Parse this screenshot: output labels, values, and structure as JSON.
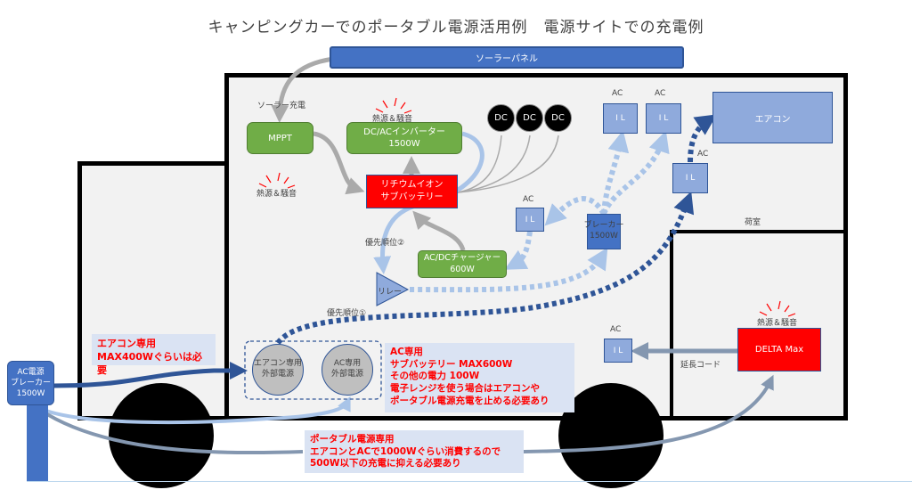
{
  "title": "キャンピングカーでのポータブル電源活用例　電源サイトでの充電例",
  "solar_panel": "ソーラーパネル",
  "solar_charge": "ソーラー充電",
  "heat_noise": "熱源＆騒音",
  "mppt": "MPPT",
  "inverter": {
    "line1": "DC/ACインバーター",
    "line2": "1500W"
  },
  "battery": {
    "line1": "リチウムイオン",
    "line2": "サブバッテリー"
  },
  "dc_outlets": [
    "DC",
    "DC",
    "DC"
  ],
  "ac_label": "AC",
  "outlet_glyph": "I L",
  "aircon": "エアコン",
  "breaker": {
    "line1": "ブレーカー",
    "line2": "1500W"
  },
  "charger": {
    "line1": "AC/DCチャージャー",
    "line2": "600W"
  },
  "relay": "リレー",
  "priority2": "優先順位②",
  "priority1": "優先順位①",
  "cargo_room": "荷室",
  "delta_max": "DELTA Max",
  "extension_cord": "延長コード",
  "ext_power_aircon": {
    "line1": "エアコン専用",
    "line2": "外部電源"
  },
  "ext_power_ac": {
    "line1": "AC専用",
    "line2": "外部電源"
  },
  "site_breaker": {
    "line1": "AC電源",
    "line2": "ブレーカー",
    "line3": "1500W"
  },
  "note_aircon": {
    "line1": "エアコン専用",
    "line2": "MAX400Wぐらいは必要"
  },
  "note_ac": {
    "line1": "AC専用",
    "line2": "サブバッテリー MAX600W",
    "line3": "その他の電力 100W",
    "line4": "電子レンジを使う場合はエアコンや",
    "line5": "ポータブル電源充電を止める必要あり"
  },
  "note_portable": {
    "line1": "ポータブル電源専用",
    "line2": "エアコンとACで1000Wぐらい消費するので",
    "line3": "500W以下の充電に抑える必要あり"
  },
  "colors": {
    "green": "#70ad47",
    "red": "#ff0000",
    "blue": "#4472c4",
    "light_blue": "#8faadc",
    "dark_blue": "#2f5597",
    "note_bg": "#dae3f3"
  }
}
